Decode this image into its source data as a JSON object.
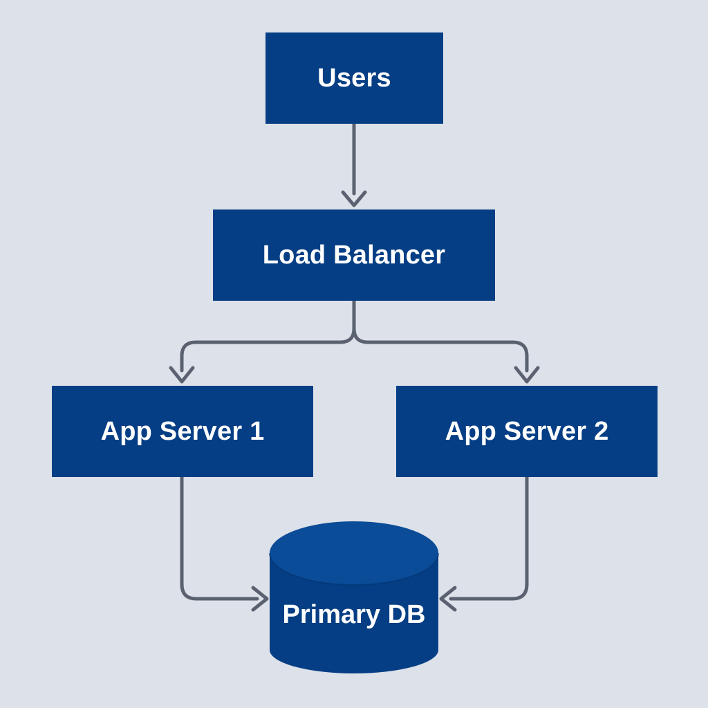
{
  "colors": {
    "background": "#dde1e9",
    "node_fill": "#053e84",
    "db_top": "#0a4c98",
    "db_body": "#053e84",
    "connector": "#5a6170",
    "text": "#ffffff"
  },
  "nodes": {
    "users": "Users",
    "load_balancer": "Load Balancer",
    "app_server_1": "App Server 1",
    "app_server_2": "App Server 2",
    "primary_db": "Primary DB"
  },
  "edges": [
    {
      "from": "users",
      "to": "load_balancer"
    },
    {
      "from": "load_balancer",
      "to": "app_server_1"
    },
    {
      "from": "load_balancer",
      "to": "app_server_2"
    },
    {
      "from": "app_server_1",
      "to": "primary_db"
    },
    {
      "from": "app_server_2",
      "to": "primary_db"
    }
  ]
}
